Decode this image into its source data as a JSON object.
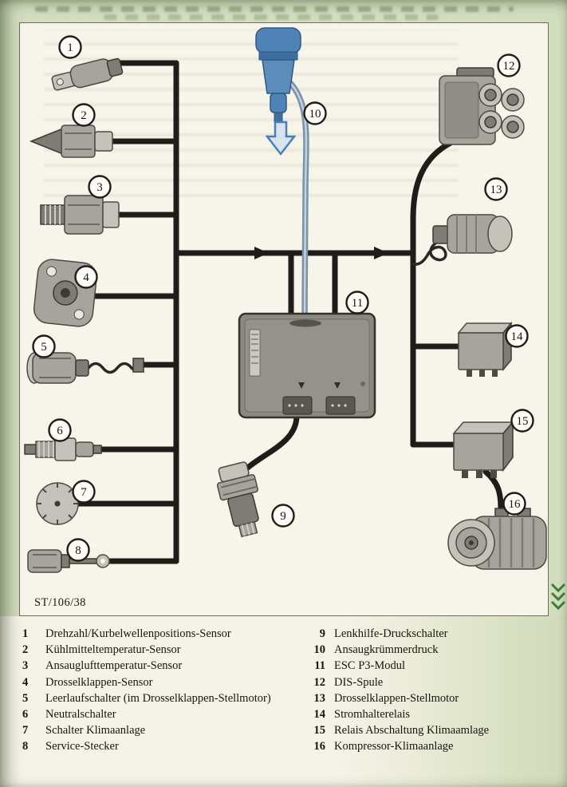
{
  "page": {
    "figure_code": "ST/106/38",
    "colors": {
      "page_green": "#d2ddbe",
      "paper": "#f7f4ea",
      "wire_black": "#1f1d1a",
      "component_gray": "#a6a49c",
      "map_sensor_blue": "#4f83b6",
      "edge_marker_green": "#3e7c33"
    }
  },
  "diagram": {
    "callouts": [
      "1",
      "2",
      "3",
      "4",
      "5",
      "6",
      "7",
      "8",
      "9",
      "10",
      "11",
      "12",
      "13",
      "14",
      "15",
      "16"
    ]
  },
  "legend": {
    "left": [
      {
        "num": "1",
        "label": "Drehzahl/Kurbelwellenpositions-Sensor"
      },
      {
        "num": "2",
        "label": "Kühlmitteltemperatur-Sensor"
      },
      {
        "num": "3",
        "label": "Ansauglufttemperatur-Sensor"
      },
      {
        "num": "4",
        "label": "Drosselklappen-Sensor"
      },
      {
        "num": "5",
        "label": "Leerlaufschalter (im Drosselklappen-Stellmotor)"
      },
      {
        "num": "6",
        "label": "Neutralschalter"
      },
      {
        "num": "7",
        "label": "Schalter Klimaanlage"
      },
      {
        "num": "8",
        "label": "Service-Stecker"
      }
    ],
    "right": [
      {
        "num": "9",
        "label": "Lenkhilfe-Druckschalter"
      },
      {
        "num": "10",
        "label": "Ansaugkrümmerdruck"
      },
      {
        "num": "11",
        "label": "ESC P3-Modul"
      },
      {
        "num": "12",
        "label": "DIS-Spule"
      },
      {
        "num": "13",
        "label": "Drosselklappen-Stellmotor"
      },
      {
        "num": "14",
        "label": "Stromhalterelais"
      },
      {
        "num": "15",
        "label": "Relais Abschaltung Klimaamlage"
      },
      {
        "num": "16",
        "label": "Kompressor-Klimaanlage"
      }
    ]
  }
}
